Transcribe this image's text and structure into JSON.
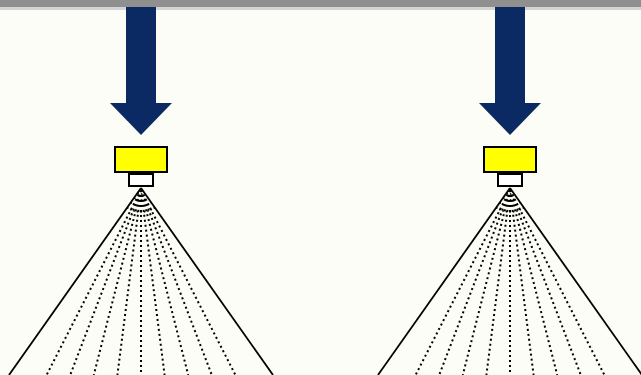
{
  "diagram": {
    "description_type": "spray-nozzle-comparison",
    "colors": {
      "background": "#fdfdf8",
      "top_bar": "#8f8f8f",
      "top_bar_highlight": "#d4d4d4",
      "arrow": "#0b2a63",
      "nozzle_body": "#ffff00",
      "nozzle_tip": "#ffffff",
      "outline": "#000000"
    },
    "nozzles": [
      {
        "id": "left",
        "inner_spray_lines": 9
      },
      {
        "id": "right",
        "inner_spray_lines": 9
      }
    ],
    "icons": {
      "flow_arrow": "down-arrow-icon",
      "nozzle": "spray-nozzle-icon"
    }
  }
}
